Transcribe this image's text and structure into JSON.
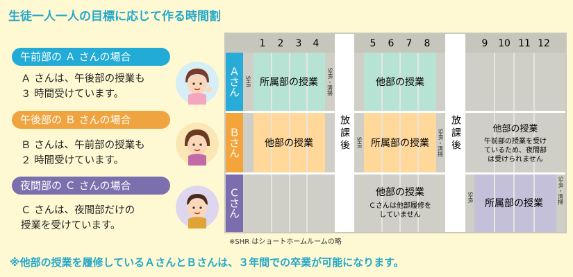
{
  "title": "生徒一人一人の目標に応じて作る時間割",
  "students": {
    "a": {
      "label": "午前部の Ａ さんの場合",
      "desc1": "Ａ さんは、午後部の授業も",
      "desc2": "３ 時間受けています。"
    },
    "b": {
      "label": "午後部の Ｂ さんの場合",
      "desc1": "Ｂ さんは、午前部の授業も",
      "desc2": "２ 時間受けています。"
    },
    "c": {
      "label": "夜間部の Ｃ さんの場合",
      "desc1": "Ｃ さんは、夜間部だけの",
      "desc2": "授業を受けています。"
    }
  },
  "table": {
    "periods": [
      "1",
      "2",
      "3",
      "4",
      "5",
      "6",
      "7",
      "8",
      "9",
      "10",
      "11",
      "12"
    ],
    "rows": {
      "a": "Ａさん",
      "b": "Ｂさん",
      "c": "Ｃさん"
    },
    "shr": "SHR",
    "shr_clean": "SHR・清掃",
    "houkago": "放課後",
    "shozoku": "所属部の授業",
    "tabu": "他部の授業",
    "note_b1": "午前部の授業を受け",
    "note_b2": "ているため、夜間部",
    "note_b3": "は受けられません",
    "note_c1": "Ｃさんは他部履修を",
    "note_c2": "していません"
  },
  "footnote": "※SHR はショートホームルームの略",
  "bottom_note": "※他部の授業を履修しているＡさんとＢさんは、３年間での卒業が可能になります。",
  "colors": {
    "row_a": "#29abd7",
    "row_b": "#f3a43b",
    "row_c": "#7c6eae",
    "mint": "#b6e3d4",
    "peach": "#ffd89a",
    "lavender": "#c4c0d9",
    "gray": "#c8c8c0"
  }
}
